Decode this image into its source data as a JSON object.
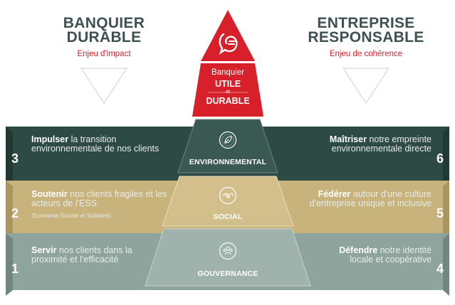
{
  "left_header": {
    "line1": "BANQUIER",
    "line2": "DURABLE",
    "subtitle": "Enjeu d'impact"
  },
  "right_header": {
    "line1": "ENTREPRISE",
    "line2": "RESPONSABLE",
    "subtitle": "Enjeu de cohérence"
  },
  "peak": {
    "line1": "Banquier",
    "line2": "UTILE",
    "line3": "et",
    "line4": "DURABLE",
    "logo": "caisse-epargne-squirrel-logo"
  },
  "colors": {
    "red": "#d7202a",
    "dark_green": "#2d4a44",
    "sand": "#c8b37c",
    "grey_green": "#8fa49d",
    "title": "#3d5052"
  },
  "layers": {
    "environmental": {
      "label": "ENVIRONNEMENTAL",
      "icon": "leaf-badge-icon",
      "left_number": "3",
      "left_strong": "Impulser",
      "left_rest": " la transition environnementale de nos clients",
      "right_number": "6",
      "right_strong": "Maîtriser",
      "right_rest": " notre empreinte environnementale directe"
    },
    "social": {
      "label": "SOCIAL",
      "icon": "handshake-badge-icon",
      "left_number": "2",
      "left_strong": "Soutenir",
      "left_rest": " nos clients fragiles et les acteurs de l'ESS",
      "left_note": "(Économie Sociale et Solidaire)",
      "right_number": "5",
      "right_strong": "Fédérer",
      "right_rest": " autour d'une culture d'entreprise unique et inclusive"
    },
    "governance": {
      "label": "GOUVERNANCE",
      "icon": "people-badge-icon",
      "left_number": "1",
      "left_strong": "Servir",
      "left_rest": " nos clients dans la proximité et l'efficacité",
      "right_number": "4",
      "right_strong": "Défendre",
      "right_rest": " notre identité locale et coopérative"
    }
  }
}
